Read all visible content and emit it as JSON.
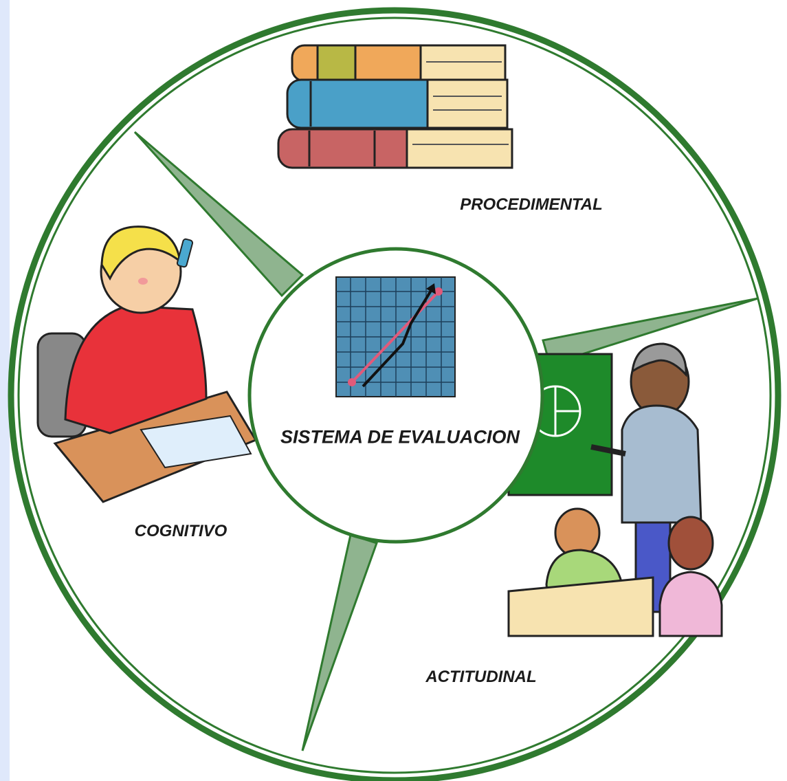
{
  "diagram": {
    "center_label": "SISTEMA DE EVALUACION",
    "segments": [
      {
        "label": "PROCEDIMENTAL",
        "image": "stack-of-books"
      },
      {
        "label": "ACTITUDINAL",
        "image": "teacher-with-students"
      },
      {
        "label": "COGNITIVO",
        "image": "student-thinking-at-desk"
      }
    ],
    "center_image": "rising-graph-on-grid"
  },
  "colors": {
    "background": "#dfe8fb",
    "ring": "#2f7a2f",
    "spoke": "#8fb48f",
    "disc": "#ffffff"
  }
}
